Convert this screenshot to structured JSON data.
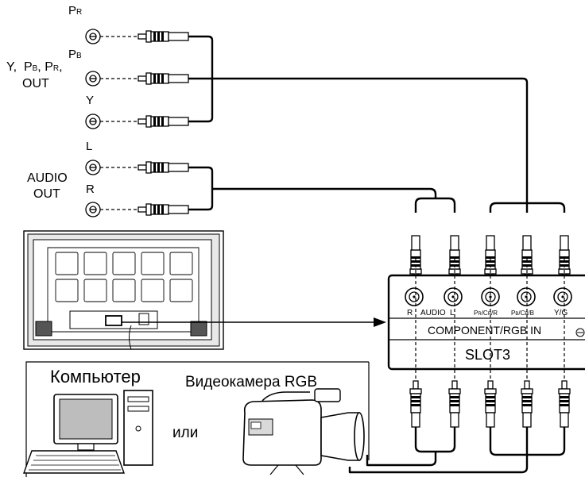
{
  "source": {
    "labels": {
      "pr": "PR",
      "pb": "PB",
      "y": "Y",
      "l": "L",
      "r": "R",
      "component_out": "Y,  PB, PR,",
      "component_out_2": "OUT",
      "audio_out": "AUDIO",
      "audio_out_2": "OUT"
    }
  },
  "panel": {
    "jacks": [
      "R",
      "AUDIO",
      "L",
      "PR/CR/R",
      "PB/CB/B",
      "Y/G"
    ],
    "input_label": "COMPONENT/RGB IN",
    "slot_label": "SLOT3"
  },
  "devices": {
    "computer": "Компьютер",
    "or": "или",
    "camera": "Видеокамера RGB"
  },
  "colors": {
    "line": "#000000",
    "fill": "#ffffff",
    "gray": "#d9d9d9"
  }
}
